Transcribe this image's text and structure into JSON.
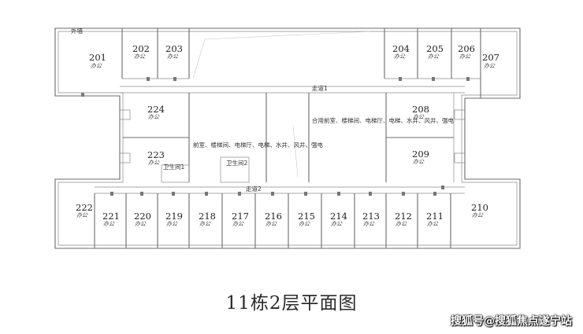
{
  "title": "11栋2层平面图",
  "watermark": "搜狐号@搜狐焦点遂宁站",
  "labels": {
    "outer_wall": "外墙",
    "corridor_1": "走道1",
    "corridor_2": "走道2",
    "restroom_1": "卫生间1",
    "restroom_2": "卫生间2",
    "shared_area_left": "前室、楼梯间、电梯厅、电梯、水井、风井、强电",
    "shared_area_right": "合用前室、楼梯间、电梯厅、电梯、水井、风井、强电"
  },
  "rooms": [
    {
      "number": "201",
      "use": "办公"
    },
    {
      "number": "202",
      "use": "办公"
    },
    {
      "number": "203",
      "use": "办公"
    },
    {
      "number": "204",
      "use": "办公"
    },
    {
      "number": "205",
      "use": "办公"
    },
    {
      "number": "206",
      "use": "办公"
    },
    {
      "number": "207",
      "use": "办公"
    },
    {
      "number": "208",
      "use": "办公"
    },
    {
      "number": "209",
      "use": "办公"
    },
    {
      "number": "210",
      "use": "办公"
    },
    {
      "number": "211",
      "use": "办公"
    },
    {
      "number": "212",
      "use": "办公"
    },
    {
      "number": "213",
      "use": "办公"
    },
    {
      "number": "214",
      "use": "办公"
    },
    {
      "number": "215",
      "use": "办公"
    },
    {
      "number": "216",
      "use": "办公"
    },
    {
      "number": "217",
      "use": "办公"
    },
    {
      "number": "218",
      "use": "办公"
    },
    {
      "number": "219",
      "use": "办公"
    },
    {
      "number": "220",
      "use": "办公"
    },
    {
      "number": "221",
      "use": "办公"
    },
    {
      "number": "222",
      "use": "办公"
    },
    {
      "number": "223",
      "use": "办公"
    },
    {
      "number": "224",
      "use": "办公"
    }
  ]
}
